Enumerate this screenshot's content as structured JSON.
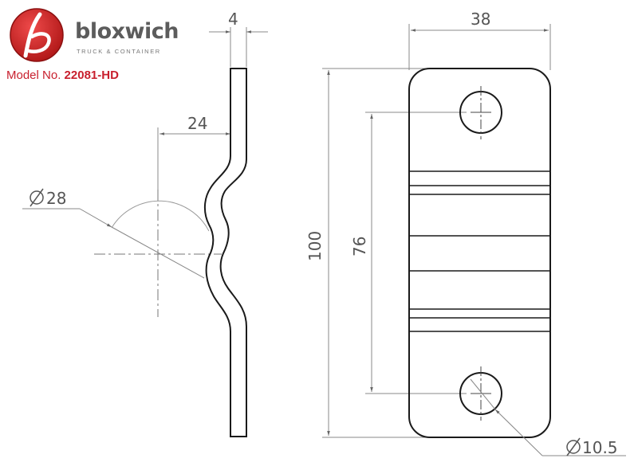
{
  "brand": {
    "name": "bloxwich",
    "tagline": "TRUCK & CONTAINER",
    "logo_color": "#d42b2b"
  },
  "model": {
    "label": "Model No.",
    "number": "22081-HD"
  },
  "dimensions": {
    "thickness": "4",
    "offset": "24",
    "bend_diameter": "28",
    "width": "38",
    "length": "100",
    "hole_spacing": "76",
    "hole_diameter": "10.5"
  },
  "colors": {
    "outline": "#1a1a1a",
    "dimension_line": "#888888",
    "text": "#555555",
    "accent": "#c8202e"
  }
}
